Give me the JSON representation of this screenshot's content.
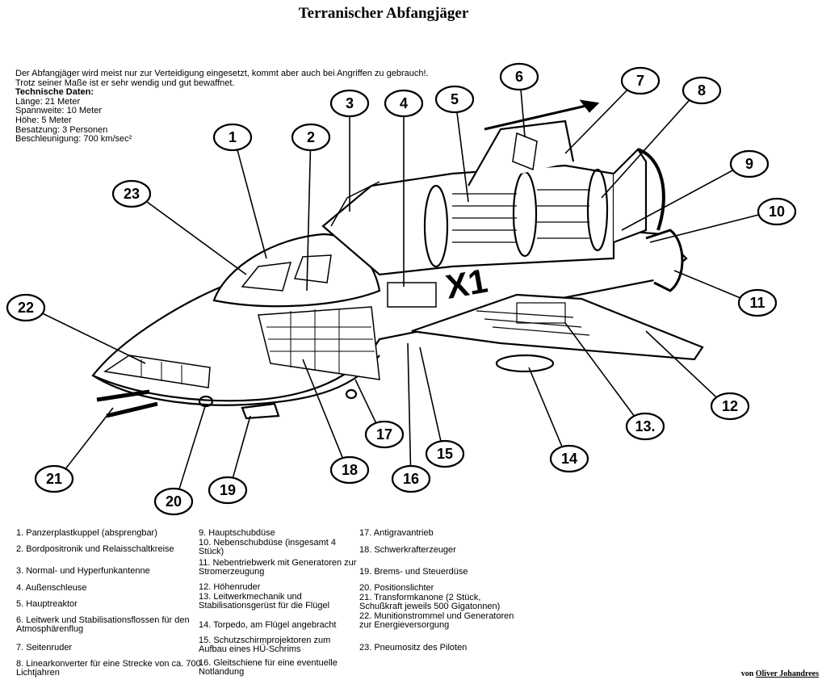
{
  "title": "Terranischer Abfangjäger",
  "intro": {
    "description": "Der Abfangjäger wird meist nur zur Verteidigung eingesetzt, kommt aber auch bei Angriffen zu gebrauch!. Trotz seiner Maße ist er sehr wendig und gut bewaffnet.",
    "specs_heading": "Technische Daten:",
    "specs": [
      "Länge: 21 Meter",
      "Spannweite: 10 Meter",
      "Höhe: 5 Meter",
      "Besatzung: 3 Personen",
      "Beschleunigung: 700 km/sec²"
    ]
  },
  "hull_marking": "X1",
  "callouts": [
    "1",
    "2",
    "3",
    "4",
    "5",
    "6",
    "7",
    "8",
    "9",
    "10",
    "11",
    "12",
    "13.",
    "14",
    "15",
    "16",
    "17",
    "18",
    "19",
    "20",
    "21",
    "22",
    "23"
  ],
  "legend": [
    "1. Panzerplastkuppel (absprengbar)",
    "2. Bordpositronik und Relaisschaltkreise",
    "3. Normal- und Hyperfunkantenne",
    "4. Außenschleuse",
    "5. Hauptreaktor",
    "6. Leitwerk und Stabilisationsflossen für den Atmosphärenflug",
    "7. Seitenruder",
    "8. Linearkonverter für eine Strecke von ca. 700 Lichtjahren",
    "9. Hauptschubdüse",
    "10. Nebenschubdüse (insgesamt 4 Stück)",
    "11. Nebentriebwerk mit Generatoren zur Stromerzeugung",
    "12. Höhenruder",
    "13. Leitwerkmechanik und Stabilisationsgerüst für die Flügel",
    "14. Torpedo, am Flügel angebracht",
    "15. Schutzschirmprojektoren zum Aufbau eines HÜ-Schrims",
    "16. Gleitschiene für eine eventuelle Notlandung",
    "17. Antigravantrieb",
    "18. Schwerkrafterzeuger",
    "19. Brems- und Steuerdüse",
    "20. Positionslichter",
    "21. Transformkanone (2 Stück, Schußkraft jeweils 500 Gigatonnen)",
    "22. Munitionstrommel und Generatoren zur Energieversorgung",
    "23. Pneumositz des Piloten"
  ],
  "credit": {
    "prefix": "von",
    "author": "Oliver Johandrees"
  }
}
